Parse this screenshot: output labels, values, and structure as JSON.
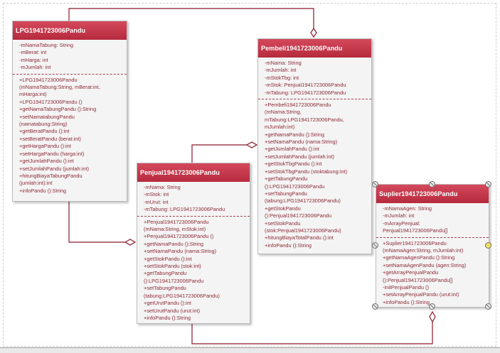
{
  "classes": {
    "lpg": {
      "title": "LPG1941723006Pandu",
      "attributes": [
        "-mNamaTabung: String",
        "-mBerat: int",
        "-mHarga: int",
        "-mJumlah: int"
      ],
      "methods": [
        "+LPG1941723006Pandu",
        "(mNamaTabung:String, mBerat:int,",
        "mHarga:int)",
        "+LPG1941723006Pandu ()",
        "+getNamaTabungPandu ():String",
        "+setNamatabungPandu",
        "(namatabung:String)",
        "+getBeratPandu ():int",
        "+setBeratPandu (berat:int)",
        "+getHargaPandu ():int",
        "+setHargaPandu (harga:int)",
        "+getJumlahPandu ():int",
        "+setJumlahPandu (jumlah:int)",
        "+hitungBiayaTabungPandu",
        "(jumlah:int):int",
        "+infoPandu ():String"
      ]
    },
    "pembeli": {
      "title": "Pembeli1941723006Pandu",
      "attributes": [
        "-mNama: String",
        "-mJumlah: int",
        "-mStokTbg: int",
        "-mStok: Penjual1941723006Pandu",
        "-mTabung: LPG1941723006Pandu"
      ],
      "methods": [
        "+Pembeli1941723006Pandu",
        "(mNama:String,",
        "mTabung:LPG1941723006Pandu,",
        "mJumlah:int)",
        "+getNamaPandu ():String",
        "+setNamaPandu (nama:String)",
        "+getJumlahPandu ():int",
        "+setJumlahPandu (jumlah:int)",
        "+getStokTbgPandu ():int",
        "+setStokTbgPandu (stoktabung:int)",
        "+getTabungPandu",
        "():LPG1941723006Pandu",
        "+setTabungPandu",
        "(tabung:LPG1941723006Pandu)",
        "+getStokPandu",
        "():Penjual1941723006Pandu",
        "+setStokPandu",
        "(stok:Penjual1941723006Pandu)",
        "+hitungBiayaTotalPandu ():int",
        "+infoPandu ():String"
      ]
    },
    "penjual": {
      "title": "Penjual1941723006Pandu",
      "attributes": [
        "-mNama: String",
        "-mStok: int",
        "-mUrut: int",
        "-mTabung: LPG1941723006Pandu"
      ],
      "methods": [
        "+Penjual1941723006Pandu",
        "(mNama:String, mStok:int)",
        "+Penjual1941723006Pandu ()",
        "+getNamaPandu ():String",
        "+setNamaPandu (nama:String)",
        "+getStokPandu ():int",
        "+setStokPandu (stok:int)",
        "+getTabungPandu",
        "():LPG1941723006Pandu",
        "+setTabungPandu",
        "(tabung:LPG1941723006Pandu)",
        "+getUrutPandu ():int",
        "+setUrutPandu (urut:int)",
        "+infoPandu ():String"
      ]
    },
    "supplier": {
      "title": "Suplier1941723006Pandu",
      "attributes": [
        "-mNamaAgen: String",
        "-mJumlah: int",
        "-mArrayPenjual:",
        "Penjual1941723006Pandu[]"
      ],
      "methods": [
        "+Suplier1941723006Pandu",
        "(mNamaAgen:String, mJumlah:int)",
        "+getNamaAgenPandu ():String",
        "+setNamaAgenPandu (agen:String)",
        "+getArrayPenjualPandu",
        "():Penjual1941723006Pandu[]",
        "-initPenjualPandu ()",
        "+setArrayPenjualPandu (urut:int)",
        "+infoPandu ():String"
      ]
    }
  },
  "colors": {
    "header_top": "#d44a5c",
    "header_bottom": "#b52a3d",
    "text": "#8c2a35"
  }
}
